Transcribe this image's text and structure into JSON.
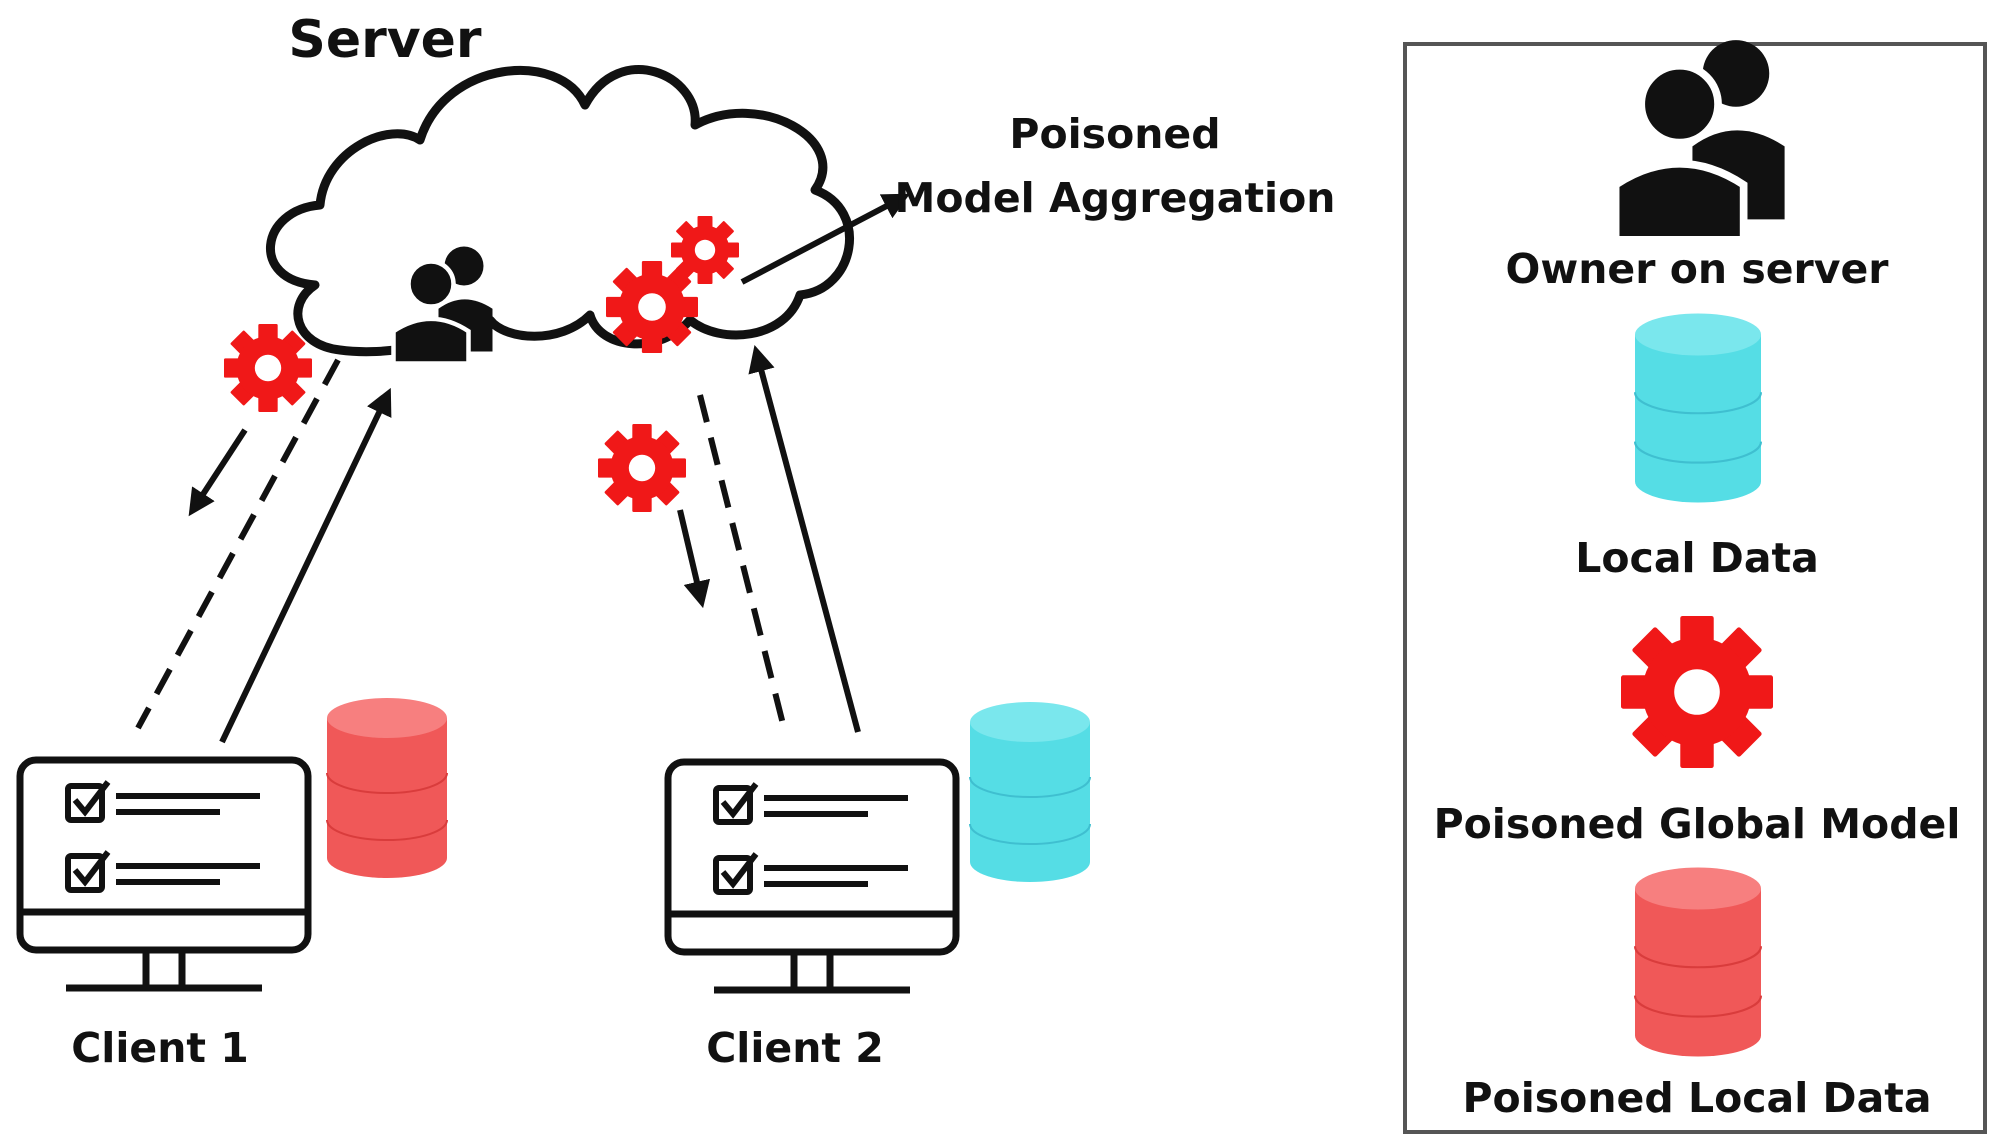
{
  "server": {
    "title": "Server"
  },
  "aggregation": {
    "line1": "Poisoned",
    "line2": "Model Aggregation"
  },
  "clients": [
    {
      "label": "Client 1",
      "data_type": "poisoned"
    },
    {
      "label": "Client 2",
      "data_type": "local"
    }
  ],
  "legend": {
    "items": [
      {
        "label": "Owner on server",
        "icon": "owner-users-icon"
      },
      {
        "label": "Local Data",
        "icon": "database-cylinder-icon"
      },
      {
        "label": "Poisoned Global Model",
        "icon": "gear-icon"
      },
      {
        "label": "Poisoned Local Data",
        "icon": "database-cylinder-icon"
      }
    ]
  },
  "colors": {
    "poison_red": "#f01818",
    "poison_db": "#f05858",
    "local_db": "#55dde5",
    "stroke": "#111111"
  }
}
